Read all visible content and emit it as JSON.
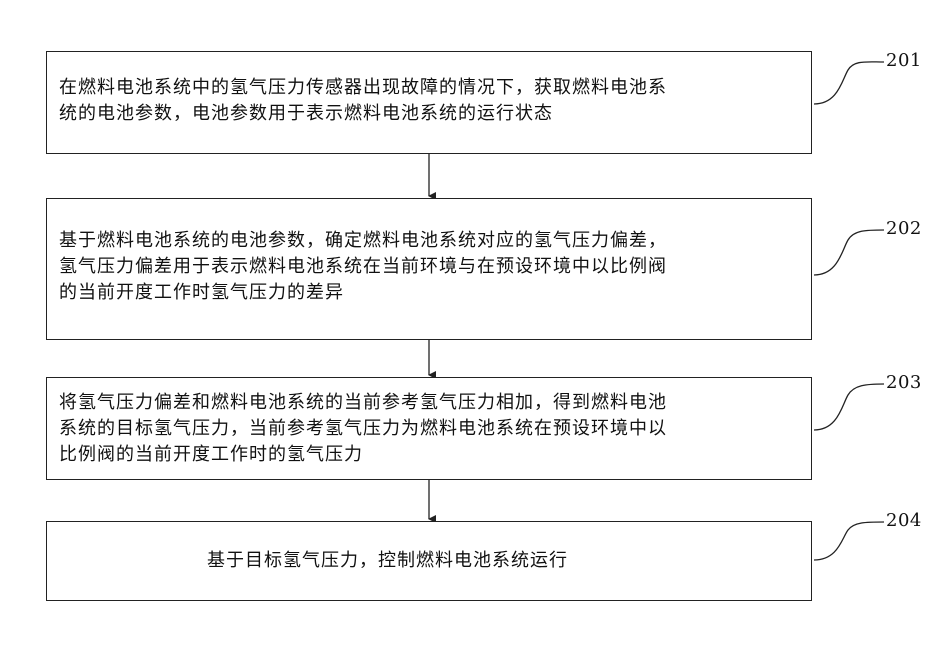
{
  "steps": [
    {
      "ref": "201",
      "lines": [
        "在燃料电池系统中的氢气压力传感器出现故障的情况下，获取燃料电池系",
        "统的电池参数，电池参数用于表示燃料电池系统的运行状态"
      ]
    },
    {
      "ref": "202",
      "lines": [
        "基于燃料电池系统的电池参数，确定燃料电池系统对应的氢气压力偏差，",
        "氢气压力偏差用于表示燃料电池系统在当前环境与在预设环境中以比例阀",
        "的当前开度工作时氢气压力的差异"
      ]
    },
    {
      "ref": "203",
      "lines": [
        "将氢气压力偏差和燃料电池系统的当前参考氢气压力相加，得到燃料电池",
        "系统的目标氢气压力，当前参考氢气压力为燃料电池系统在预设环境中以",
        "比例阀的当前开度工作时的氢气压力"
      ]
    },
    {
      "ref": "204",
      "lines": [
        "基于目标氢气压力，控制燃料电池系统运行"
      ]
    }
  ]
}
